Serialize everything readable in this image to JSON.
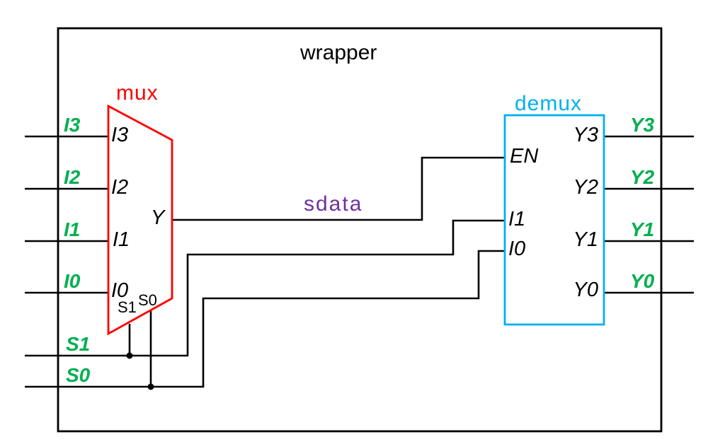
{
  "title": "wrapper",
  "colors": {
    "wire": "#000000",
    "mux_outline": "#ff0000",
    "demux_outline": "#00b0f0",
    "pin_label_green": "#00b050",
    "net_label_purple": "#7030a0"
  },
  "mux": {
    "label": "mux",
    "inputs": [
      "I3",
      "I2",
      "I1",
      "I0"
    ],
    "selects": [
      "S1",
      "S0"
    ],
    "output": "Y"
  },
  "demux": {
    "label": "demux",
    "enable": "EN",
    "inputs": [
      "I1",
      "I0"
    ],
    "outputs": [
      "Y3",
      "Y2",
      "Y1",
      "Y0"
    ]
  },
  "pins": {
    "inputs": [
      "I3",
      "I2",
      "I1",
      "I0"
    ],
    "selects": [
      "S1",
      "S0"
    ],
    "outputs": [
      "Y3",
      "Y2",
      "Y1",
      "Y0"
    ]
  },
  "nets": {
    "sdata": "sdata"
  }
}
